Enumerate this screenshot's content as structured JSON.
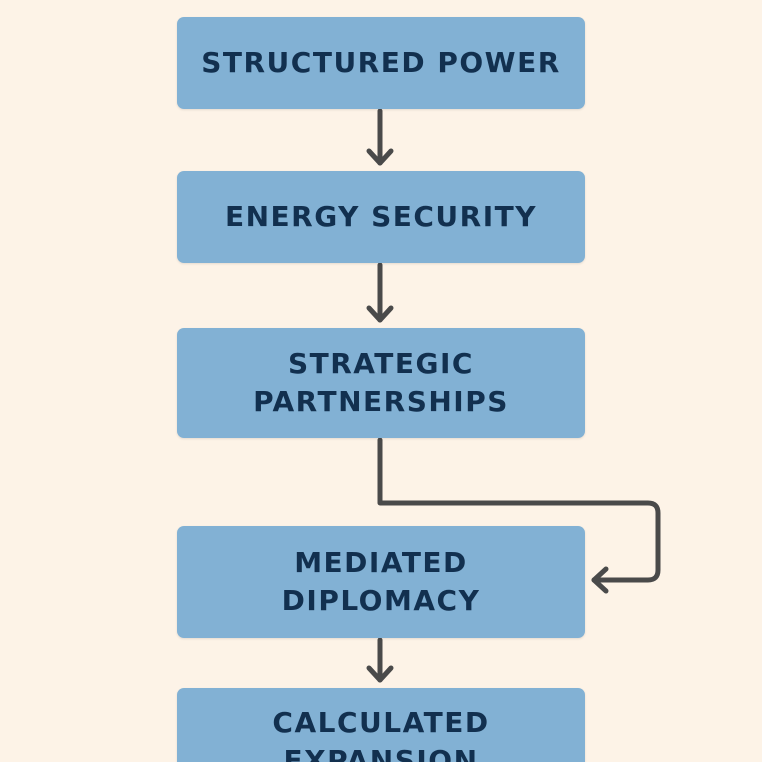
{
  "diagram": {
    "nodes": [
      {
        "id": "structured-power",
        "label": "STRUCTURED POWER"
      },
      {
        "id": "energy-security",
        "label": "ENERGY SECURITY"
      },
      {
        "id": "strategic-partnerships",
        "label": "STRATEGIC\nPARTNERSHIPS"
      },
      {
        "id": "mediated-diplomacy",
        "label": "MEDIATED\nDIPLOMACY"
      },
      {
        "id": "calculated-expansion",
        "label": "CALCULATED\nEXPANSION"
      }
    ],
    "edges": [
      {
        "from": "structured-power",
        "to": "energy-security"
      },
      {
        "from": "energy-security",
        "to": "strategic-partnerships"
      },
      {
        "from": "strategic-partnerships",
        "to": "mediated-diplomacy"
      },
      {
        "from": "mediated-diplomacy",
        "to": "calculated-expansion"
      }
    ],
    "colors": {
      "background": "#fdf3e7",
      "node_fill": "#82b1d4",
      "node_text": "#12304f",
      "arrow": "#4a4a4a"
    }
  }
}
